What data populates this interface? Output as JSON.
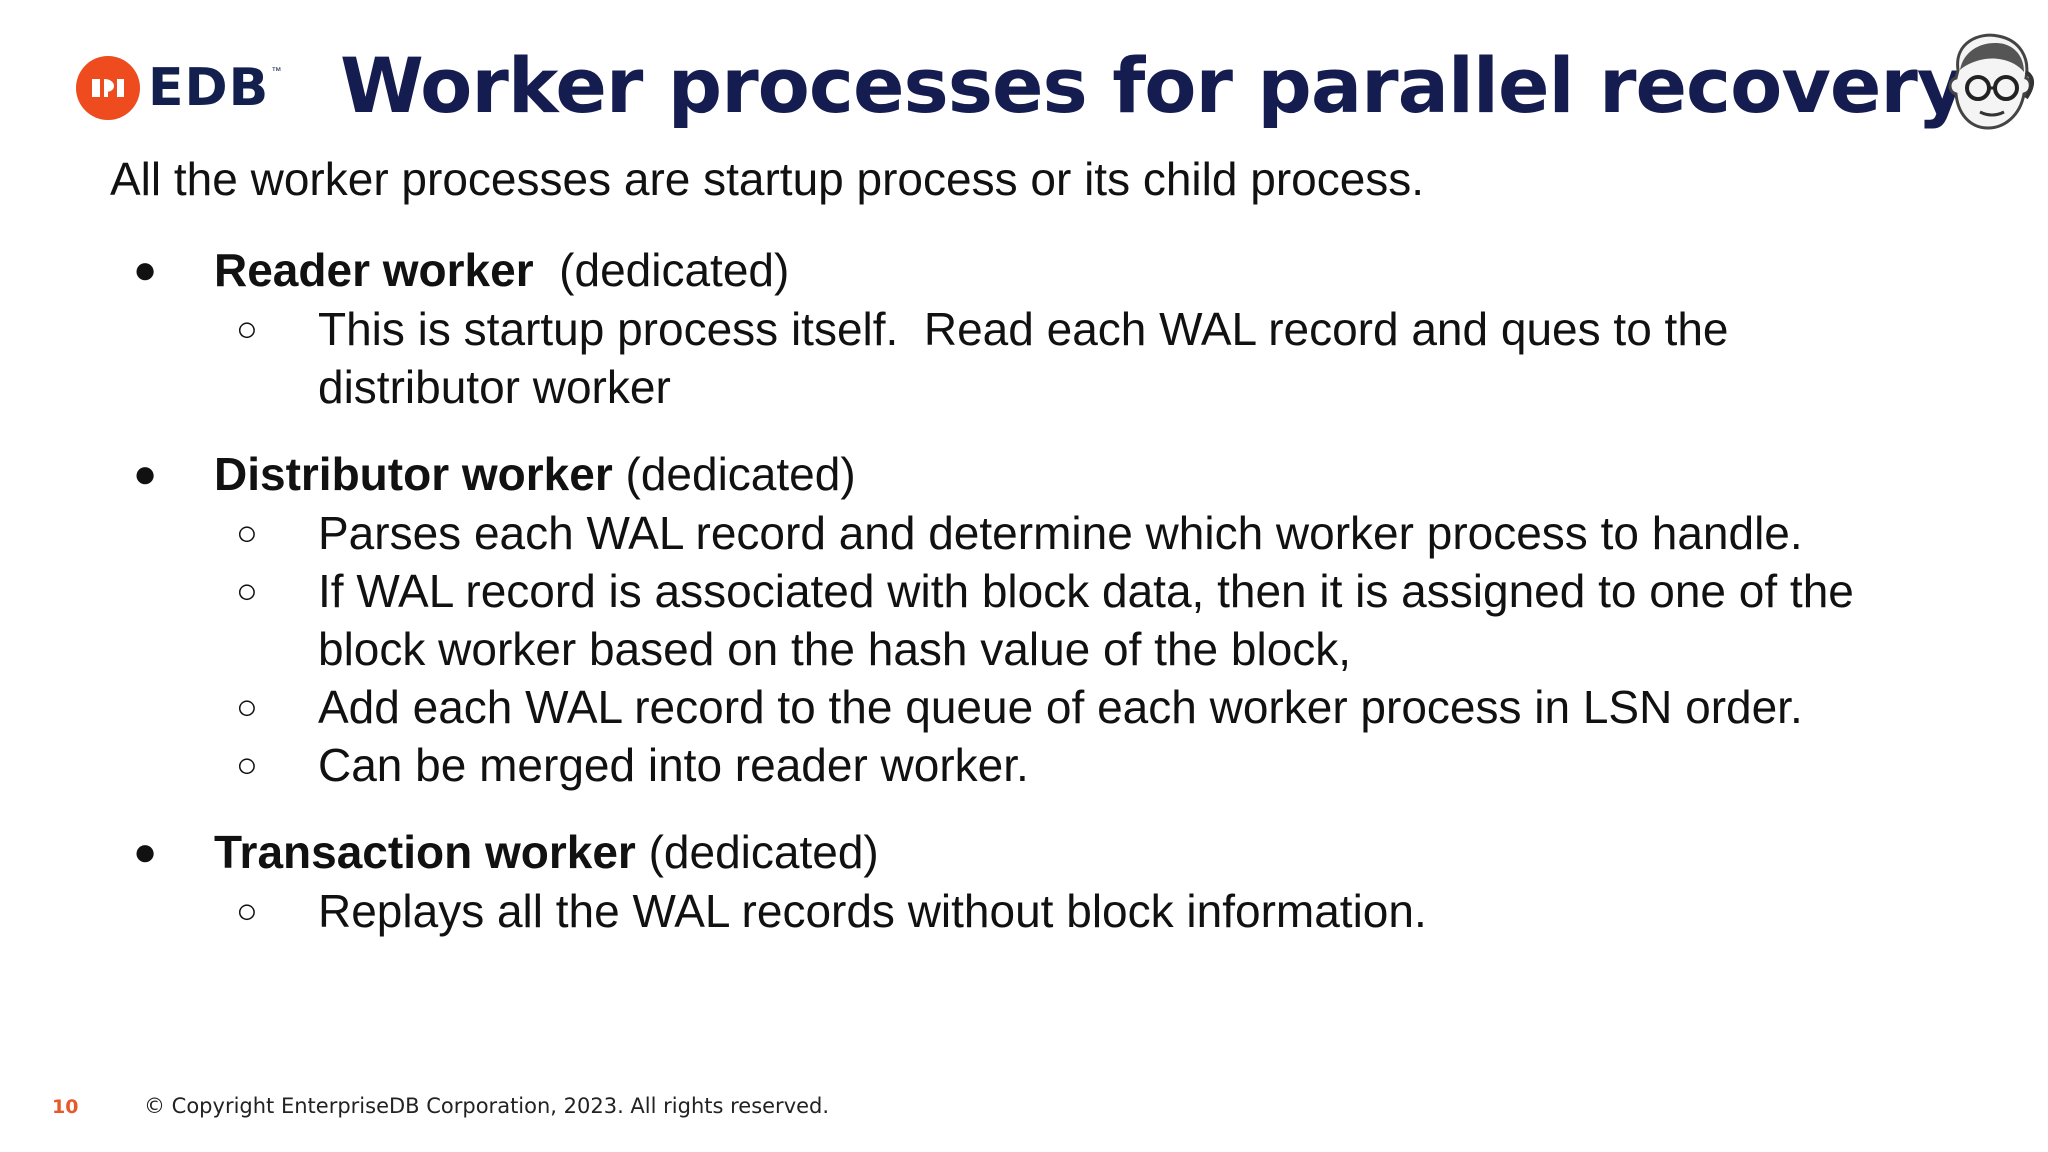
{
  "header": {
    "logo_text": "EDB",
    "logo_tm": "™",
    "title": "Worker processes for parallel recovery"
  },
  "intro": "All the worker processes are startup process or its child process.",
  "bullets": [
    {
      "bold": "Reader worker",
      "rest": "  (dedicated)",
      "subs": [
        "This is startup process itself.  Read each WAL record and ques to the distributor worker"
      ]
    },
    {
      "bold": "Distributor worker",
      "rest": " (dedicated)",
      "subs": [
        "Parses each WAL record and determine which worker process to handle.",
        "If WAL record is associated with block data, then it is assigned to one of the block worker based on the hash value of the block,",
        "Add each WAL record to the queue of each worker process in LSN order.",
        "Can be merged into reader worker."
      ]
    },
    {
      "bold": "Transaction worker",
      "rest": " (dedicated)",
      "subs": [
        "Replays all the WAL records without block information."
      ]
    }
  ],
  "symbols": {
    "bullet": "●",
    "sub_bullet": "○"
  },
  "footer": {
    "page_number": "10",
    "copyright": "© Copyright EnterpriseDB Corporation, 2023. All rights reserved."
  },
  "colors": {
    "brand_orange": "#ee4b1f",
    "title_navy": "#141c50"
  }
}
